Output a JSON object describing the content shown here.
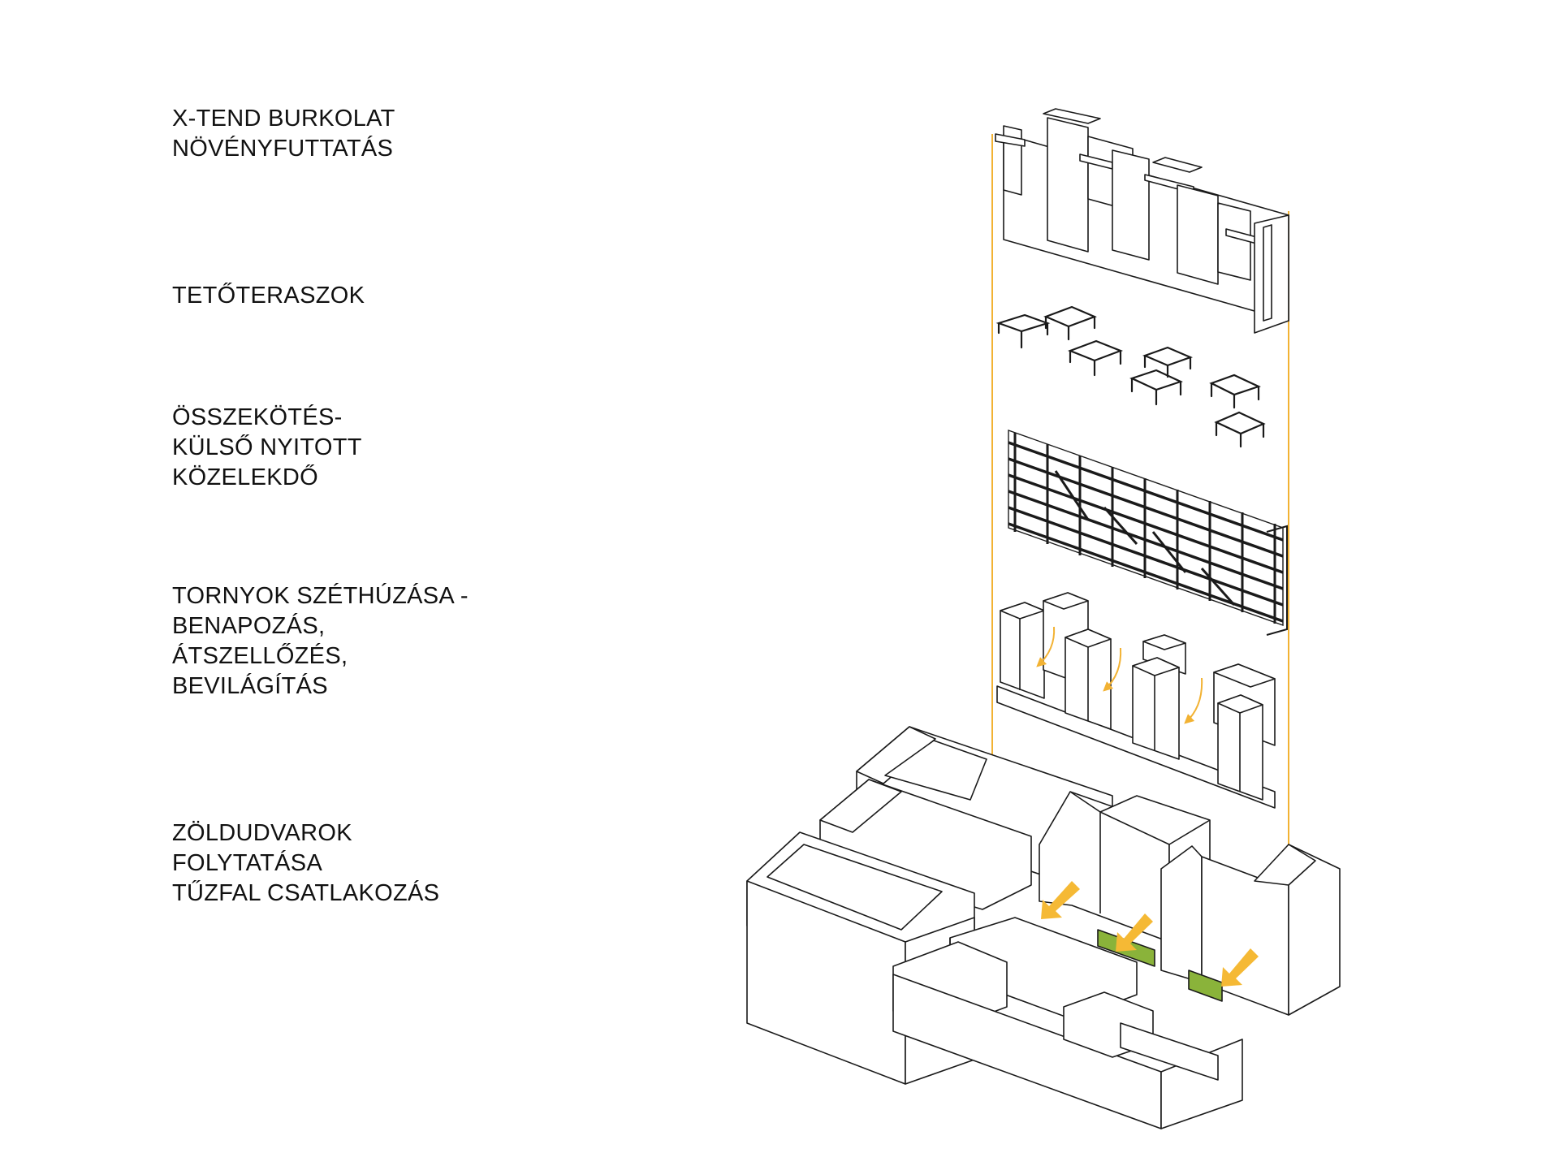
{
  "layers": [
    {
      "id": "facade",
      "lines": [
        "X-TEND BURKOLAT",
        "NÖVÉNYFUTTATÁS"
      ]
    },
    {
      "id": "roof-terraces",
      "lines": [
        "TETŐTERASZOK"
      ]
    },
    {
      "id": "connection",
      "lines": [
        "ÖSSZEKÖTÉS-",
        "KÜLSŐ NYITOTT",
        "KÖZELEKDŐ"
      ]
    },
    {
      "id": "towers",
      "lines": [
        "TORNYOK SZÉTHÚZÁSA -",
        "BENAPOZÁS,",
        "ÁTSZELLŐZÉS,",
        "BEVILÁGÍTÁS"
      ]
    },
    {
      "id": "courtyards",
      "lines": [
        "ZÖLDUDVAROK",
        "FOLYTATÁSA",
        "TŰZFAL CSATLAKOZÁS"
      ]
    }
  ],
  "colors": {
    "line": "#1a1a1a",
    "guide": "#f2b233",
    "arrow": "#f5b935",
    "green": "#8ab33a",
    "background": "#ffffff"
  }
}
